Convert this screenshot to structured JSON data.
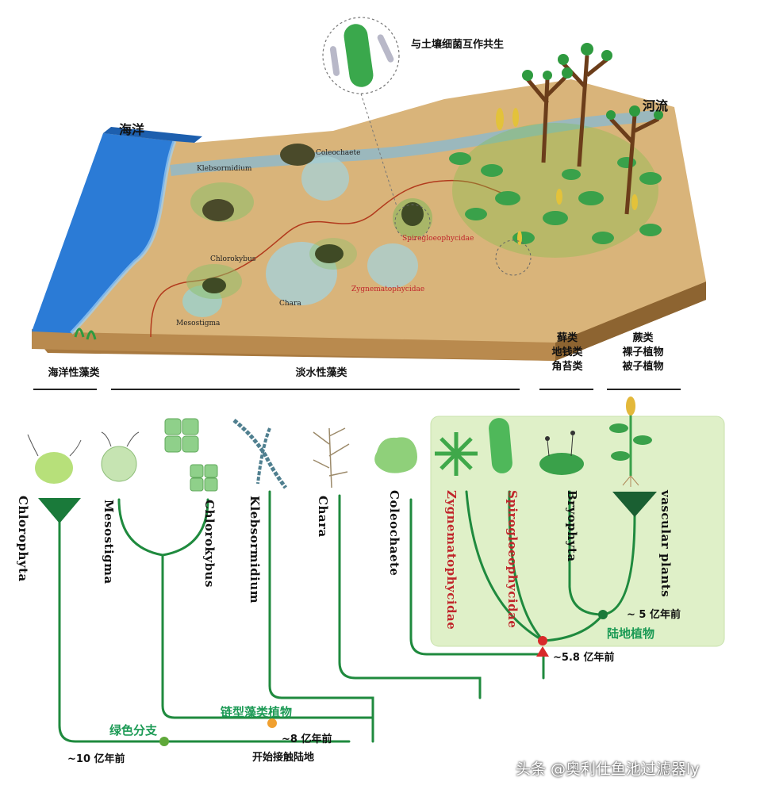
{
  "map": {
    "ocean_label": "海洋",
    "river_label": "河流",
    "symbiosis_label": "与土壤细菌互作共生",
    "organisms": {
      "klebsormidium": "Klebsormidium",
      "coleochaete": "Coleochaete",
      "chlorokybus": "Chlorokybus",
      "mesostigma": "Mesostigma",
      "chara": "Chara",
      "spirogloeophycidae": "Spirogloeophycidae",
      "zygnematophycidae": "Zygnematophycidae"
    }
  },
  "groups": {
    "marine": "海洋性藻类",
    "freshwater": "淡水性藻类",
    "bryophyte_line1": "藓类",
    "bryophyte_line2": "地钱类",
    "bryophyte_line3": "角苔类",
    "vascular_line1": "蕨类",
    "vascular_line2": "裸子植物",
    "vascular_line3": "被子植物"
  },
  "taxa": {
    "chlorophyta": "Chlorophyta",
    "mesostigma": "Mesostigma",
    "chlorokybus": "Chlorokybus",
    "klebsormidium": "Klebsormidium",
    "chara": "Chara",
    "coleochaete": "Coleochaete",
    "zygnematophycidae": "Zygnematophycidae",
    "spirogloeophycidae": "Spirogloeophycidae",
    "bryophyta": "Bryophyta",
    "vascular_plants": "vascular plants"
  },
  "clades": {
    "green_branch": "绿色分支",
    "streptophyte": "链型藻类植物",
    "land_plants": "陆地植物"
  },
  "times": {
    "t10": "~10 亿年前",
    "t8": "~8 亿年前",
    "t8_note": "开始接触陆地",
    "t58": "~5.8 亿年前",
    "t5": "~ 5 亿年前"
  },
  "watermark": "头条 @奥利仕鱼池过滤器ly",
  "colors": {
    "branch": "#1f8a3e",
    "land_box": "#dff0c8",
    "ocean": "#2b7bd6",
    "ground": "#d9b47a",
    "node_orange": "#f0a030",
    "node_red": "#d82a2a",
    "highlight_red": "#c0262b"
  }
}
